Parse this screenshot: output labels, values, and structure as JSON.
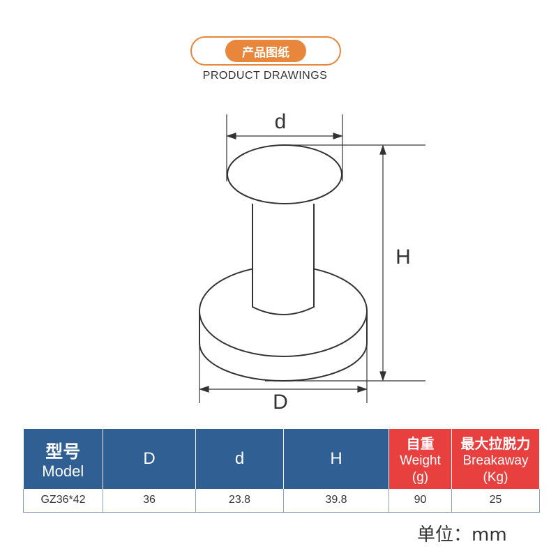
{
  "header": {
    "title_cn": "产品图纸",
    "title_en": "PRODUCT DRAWINGS"
  },
  "drawing": {
    "label_d": "d",
    "label_H": "H",
    "label_D": "D"
  },
  "table": {
    "headers": {
      "model_cn": "型号",
      "model_en": "Model",
      "D": "D",
      "d": "d",
      "H": "H",
      "weight_cn": "自重",
      "weight_en": "Weight",
      "weight_unit": "(g)",
      "breakaway_cn": "最大拉脱力",
      "breakaway_en": "Breakaway",
      "breakaway_unit": "(Kg)"
    },
    "rows": [
      {
        "model": "GZ36*42",
        "D": "36",
        "d": "23.8",
        "H": "39.8",
        "weight": "90",
        "breakaway": "25"
      }
    ]
  },
  "unit_label": "单位：mm",
  "colors": {
    "accent_orange": "#e8863c",
    "header_blue": "#2f5f93",
    "header_red": "#e8403f"
  }
}
